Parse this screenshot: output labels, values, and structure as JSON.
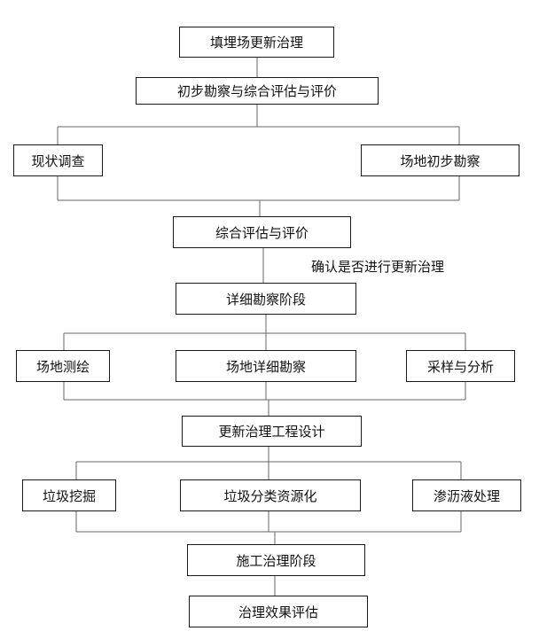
{
  "diagram": {
    "nodes": {
      "landfill_renewal": "填埋场更新治理",
      "preliminary_survey": "初步勘察与综合评估与评价",
      "status_survey": "现状调查",
      "site_preliminary_survey": "场地初步勘察",
      "comprehensive_evaluation": "综合评估与评价",
      "detailed_survey_stage": "详细勘察阶段",
      "site_mapping": "场地测绘",
      "site_detailed_survey": "场地详细勘察",
      "sampling_analysis": "采样与分析",
      "engineering_design": "更新治理工程设计",
      "garbage_excavation": "垃圾挖掘",
      "garbage_classification": "垃圾分类资源化",
      "leachate_treatment": "渗沥液处理",
      "construction_stage": "施工治理阶段",
      "effect_evaluation": "治理效果评估"
    },
    "notes": {
      "confirm_renewal": "确认是否进行更新治理"
    }
  }
}
